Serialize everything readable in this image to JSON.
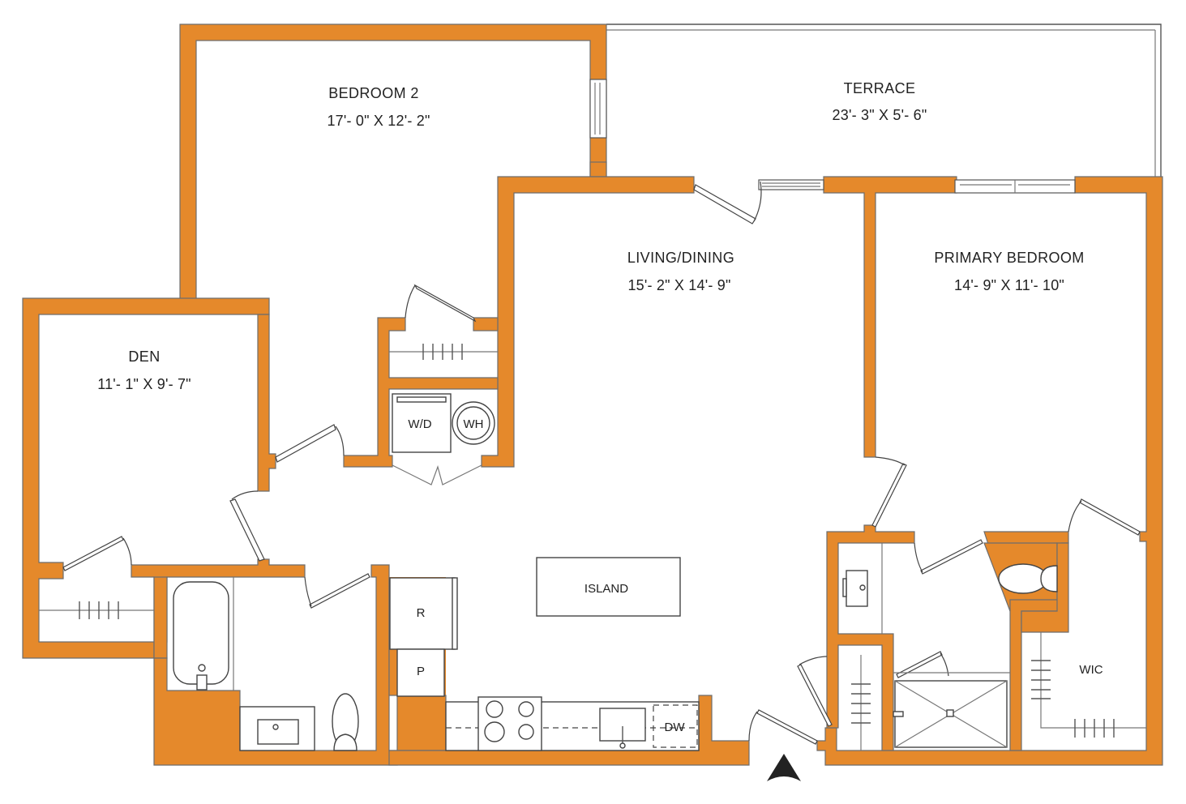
{
  "plan": {
    "wall_color": "#E5892B",
    "rooms": {
      "bedroom2": {
        "name": "BEDROOM 2",
        "dims": "17'- 0\" X 12'- 2\""
      },
      "terrace": {
        "name": "TERRACE",
        "dims": "23'- 3\" X 5'- 6\""
      },
      "living": {
        "name": "LIVING/DINING",
        "dims": "15'- 2\" X 14'- 9\""
      },
      "primary": {
        "name": "PRIMARY BEDROOM",
        "dims": "14'- 9\" X 11'- 10\""
      },
      "den": {
        "name": "DEN",
        "dims": "11'- 1\" X 9'- 7\""
      }
    },
    "fixtures": {
      "washer_dryer": "W/D",
      "water_heater": "WH",
      "island": "ISLAND",
      "refrigerator": "R",
      "pantry": "P",
      "dishwasher": "DW",
      "walk_in_closet": "WIC"
    },
    "compass": "north-arrow-icon"
  }
}
